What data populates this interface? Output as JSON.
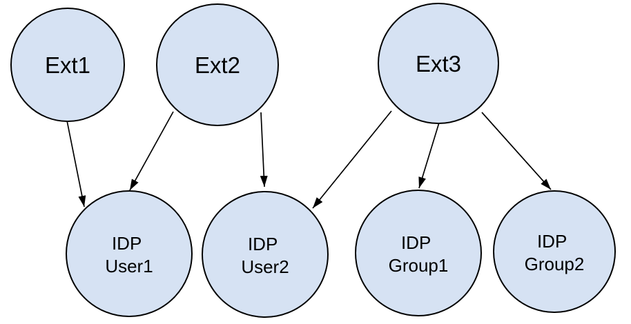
{
  "diagram": {
    "background_color": "#ffffff",
    "node_fill": "#d6e2f3",
    "node_stroke": "#000000",
    "edge_color": "#000000",
    "text_color": "#000000",
    "nodes": {
      "ext1": {
        "label": "Ext1"
      },
      "ext2": {
        "label": "Ext2"
      },
      "ext3": {
        "label": "Ext3"
      },
      "user1": {
        "line1": "IDP",
        "line2": "User1"
      },
      "user2": {
        "line1": "IDP",
        "line2": "User2"
      },
      "group1": {
        "line1": "IDP",
        "line2": "Group1"
      },
      "group2": {
        "line1": "IDP",
        "line2": "Group2"
      }
    },
    "edges": [
      {
        "from": "Ext1",
        "to": "IDP User1"
      },
      {
        "from": "Ext2",
        "to": "IDP User1"
      },
      {
        "from": "Ext2",
        "to": "IDP User2"
      },
      {
        "from": "Ext3",
        "to": "IDP User2"
      },
      {
        "from": "Ext3",
        "to": "IDP Group1"
      },
      {
        "from": "Ext3",
        "to": "IDP Group2"
      }
    ]
  }
}
